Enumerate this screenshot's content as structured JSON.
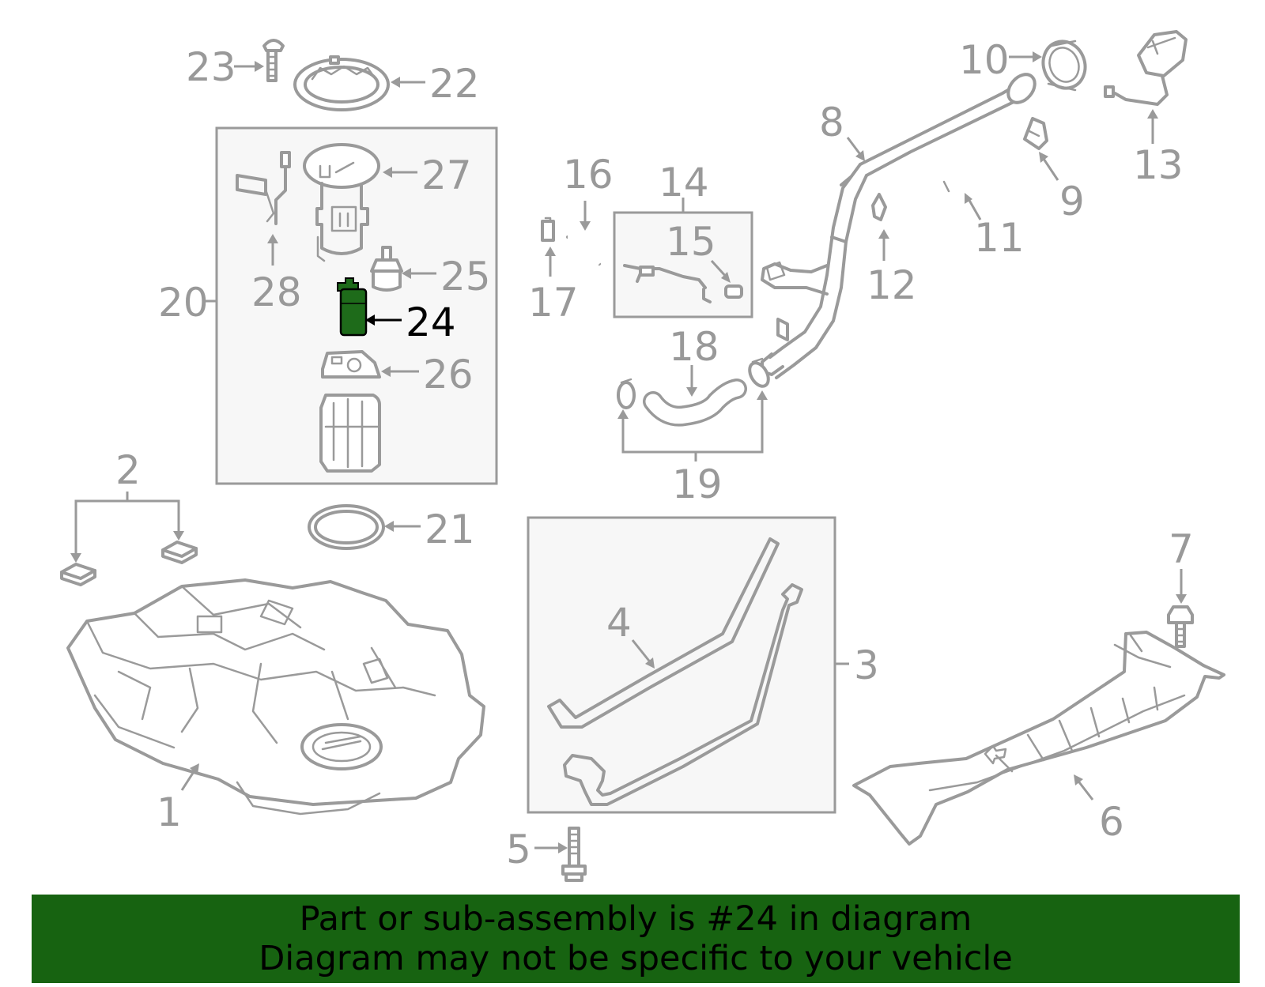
{
  "diagram": {
    "highlighted_part": "24",
    "labels": {
      "l1": "1",
      "l2": "2",
      "l3": "3",
      "l4": "4",
      "l5": "5",
      "l6": "6",
      "l7": "7",
      "l8": "8",
      "l9": "9",
      "l10": "10",
      "l11": "11",
      "l12": "12",
      "l13": "13",
      "l14": "14",
      "l15": "15",
      "l16": "16",
      "l17": "17",
      "l18": "18",
      "l19": "19",
      "l20": "20",
      "l21": "21",
      "l22": "22",
      "l23": "23",
      "l24": "24",
      "l25": "25",
      "l26": "26",
      "l27": "27",
      "l28": "28"
    }
  },
  "banner": {
    "line1": "Part or sub-assembly is #24 in diagram",
    "line2": "Diagram may not be specific to your vehicle",
    "color": "#176311"
  },
  "colors": {
    "highlight_part": "#1e6b1a",
    "drawing_gray": "#9a9a9a"
  }
}
